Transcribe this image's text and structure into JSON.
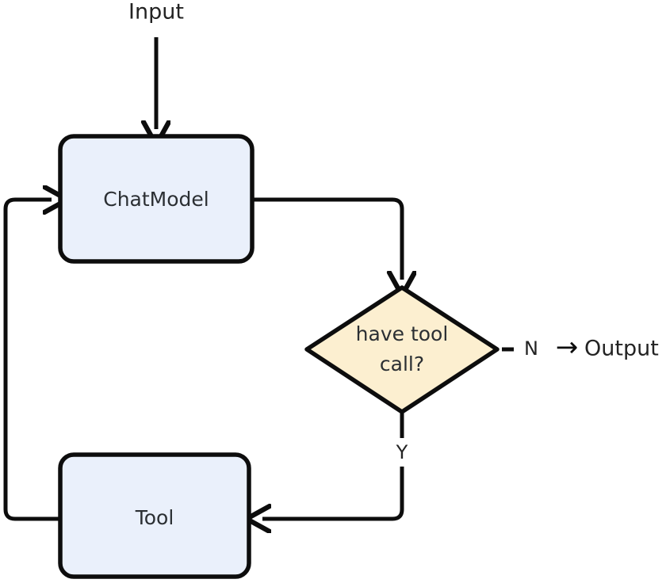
{
  "diagram": {
    "title": "Agent loop flowchart",
    "background": "#ffffff",
    "stroke_color": "#0d0d0d",
    "process_fill": "#eaf0fb",
    "decision_fill": "#fcefd0",
    "text_color": "#2b2f33",
    "terminals": {
      "input": "Input",
      "output": "Output"
    },
    "nodes": [
      {
        "id": "chatmodel",
        "label": "ChatModel",
        "shape": "rounded-rect",
        "fill": "#eaf0fb"
      },
      {
        "id": "decision",
        "label_line1": "have tool",
        "label_line2": "call?",
        "shape": "diamond",
        "fill": "#fcefd0"
      },
      {
        "id": "tool",
        "label": "Tool",
        "shape": "rounded-rect",
        "fill": "#eaf0fb"
      }
    ],
    "edges": [
      {
        "id": "input-to-chatmodel",
        "from": "Input",
        "to": "ChatModel",
        "label": ""
      },
      {
        "id": "chatmodel-to-decision",
        "from": "ChatModel",
        "to": "have tool call?",
        "label": ""
      },
      {
        "id": "decision-to-output",
        "from": "have tool call?",
        "to": "Output",
        "label": "N"
      },
      {
        "id": "decision-to-tool",
        "from": "have tool call?",
        "to": "Tool",
        "label": "Y"
      },
      {
        "id": "tool-to-chatmodel",
        "from": "Tool",
        "to": "ChatModel",
        "label": ""
      }
    ],
    "arrow_glyph": "→"
  }
}
